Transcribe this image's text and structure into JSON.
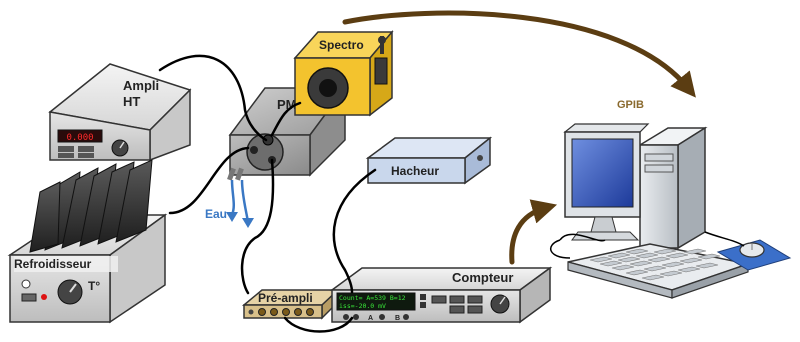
{
  "labels": {
    "ampli_line1": "Ampli",
    "ampli_line2": "HT",
    "ampli_display": "0.000",
    "pm": "PM",
    "spectro": "Spectro",
    "gpib": "GPIB",
    "hacheur": "Hacheur",
    "eau": "Eau",
    "refroidisseur": "Refroidisseur",
    "temperature": "T°",
    "preampli": "Pré-ampli",
    "compteur": "Compteur",
    "counter_display_line1": "Count= A=539 B=12",
    "counter_display_line2": "iss=-20.0 mV",
    "port_a": "A",
    "port_b": "B"
  },
  "colors": {
    "gpib_arrow": "#5b3d12",
    "gpib_text": "#8a6a2e",
    "eau_text": "#3a78c4",
    "water": "#3a78c4",
    "spectro_yellow": "#f3c32e",
    "hacheur_blue": "#c9d7ec",
    "preampli_tan": "#d8c08a",
    "cable": "#000000"
  },
  "icons": {
    "computer": "desktop-computer-icon",
    "keyboard": "keyboard-icon",
    "mouse": "mouse-icon"
  }
}
